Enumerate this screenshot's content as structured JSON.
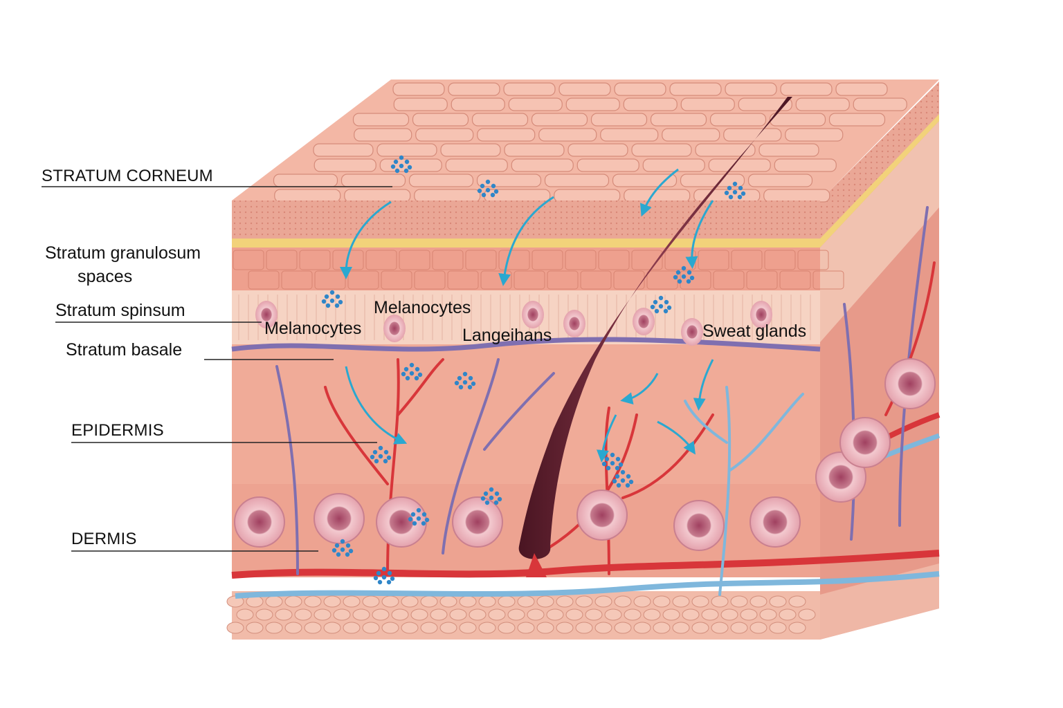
{
  "diagram": {
    "subject": "skin",
    "labels": {
      "stratum_corneum": "STRATUM CORNEUM",
      "stratum_granulosum_line1": "Stratum granulosum",
      "stratum_granulosum_line2": "spaces",
      "stratum_spinsum": "Stratum spinsum",
      "stratum_basale": "Stratum basale",
      "epidermis": "EPIDERMIS",
      "dermis": "DERMIS",
      "melanocytes_upper": "Melanocytes",
      "melanocytes_lower": "Melanocytes",
      "langerhans": "Langeihans",
      "sweat_glands": "Sweat glands"
    },
    "colors": {
      "skin_top": "#f2b3a2",
      "skin_dark": "#d98878",
      "spinosum": "#f6d3c3",
      "dermis": "#eea593",
      "artery": "#d8363a",
      "vein": "#7f6fb0",
      "lymph": "#7fb7dc",
      "arrow": "#2aa8d0",
      "hair": "#6b2435",
      "particles": "#2f86c8"
    }
  }
}
